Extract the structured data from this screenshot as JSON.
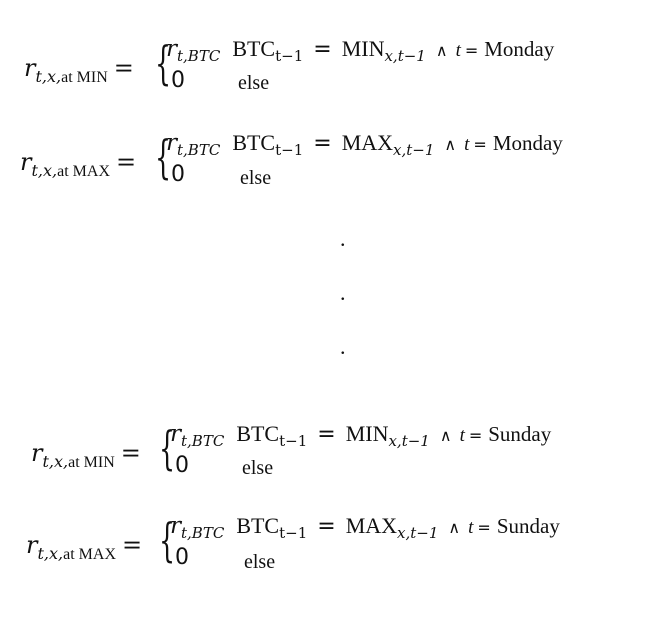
{
  "equations": [
    {
      "lhs_var": "r",
      "lhs_sub_vars": "t,x,",
      "lhs_sub_at": "at MIN",
      "lhs_eq": "=",
      "case_var": "r",
      "case_sub": "t,BTC",
      "cond_label": "BTC",
      "cond_label_sub": "t−1",
      "cond_op": "=",
      "cond_rhs": "MIN",
      "cond_rhs_sub": "x,t−1",
      "cond_wedge": "∧",
      "cond_t": "t",
      "cond_t_eq": "=",
      "cond_day": "Monday",
      "zero": "0",
      "else": "else"
    },
    {
      "lhs_var": "r",
      "lhs_sub_vars": "t,x,",
      "lhs_sub_at": "at MAX",
      "lhs_eq": "=",
      "case_var": "r",
      "case_sub": "t,BTC",
      "cond_label": "BTC",
      "cond_label_sub": "t−1",
      "cond_op": "=",
      "cond_rhs": "MAX",
      "cond_rhs_sub": "x,t−1",
      "cond_wedge": "∧",
      "cond_t": "t",
      "cond_t_eq": "=",
      "cond_day": "Monday",
      "zero": "0",
      "else": "else"
    },
    {
      "lhs_var": "r",
      "lhs_sub_vars": "t,x,",
      "lhs_sub_at": "at MIN",
      "lhs_eq": "=",
      "case_var": "r",
      "case_sub": "t,BTC",
      "cond_label": "BTC",
      "cond_label_sub": "t−1",
      "cond_op": "=",
      "cond_rhs": "MIN",
      "cond_rhs_sub": "x,t−1",
      "cond_wedge": "∧",
      "cond_t": "t",
      "cond_t_eq": "=",
      "cond_day": "Sunday",
      "zero": "0",
      "else": "else"
    },
    {
      "lhs_var": "r",
      "lhs_sub_vars": "t,x,",
      "lhs_sub_at": "at MAX",
      "lhs_eq": "=",
      "case_var": "r",
      "case_sub": "t,BTC",
      "cond_label": "BTC",
      "cond_label_sub": "t−1",
      "cond_op": "=",
      "cond_rhs": "MAX",
      "cond_rhs_sub": "x,t−1",
      "cond_wedge": "∧",
      "cond_t": "t",
      "cond_t_eq": "=",
      "cond_day": "Sunday",
      "zero": "0",
      "else": "else"
    }
  ],
  "ellipsis": [
    ".",
    ".",
    "."
  ]
}
